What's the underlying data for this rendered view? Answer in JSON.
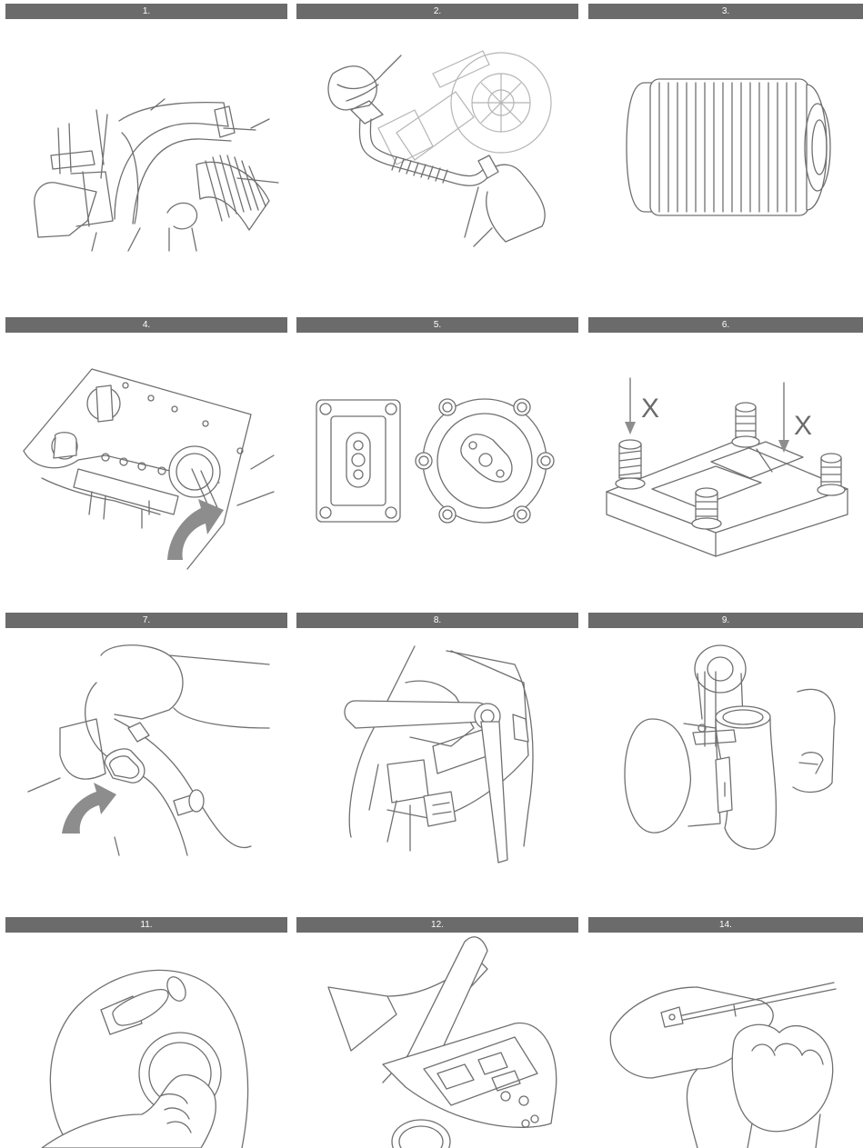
{
  "steps": [
    {
      "label": "1.",
      "illustration": "turbo-intake-pipe"
    },
    {
      "label": "2.",
      "illustration": "oil-feed-line"
    },
    {
      "label": "3.",
      "illustration": "oil-filter"
    },
    {
      "label": "4.",
      "illustration": "engine-oil-cap"
    },
    {
      "label": "5.",
      "illustration": "gaskets"
    },
    {
      "label": "6.",
      "illustration": "mounting-studs"
    },
    {
      "label": "7.",
      "illustration": "oil-return-flange"
    },
    {
      "label": "8.",
      "illustration": "wrench-tightening"
    },
    {
      "label": "9.",
      "illustration": "turbocharger-prime"
    },
    {
      "label": "11.",
      "illustration": "oil-filler-cap"
    },
    {
      "label": "12.",
      "illustration": "fuse-box"
    },
    {
      "label": "14.",
      "illustration": "dipstick-check"
    }
  ],
  "annotations": {
    "stud_mark_1": "X",
    "stud_mark_2": "X"
  },
  "colors": {
    "header_bar": "#6b6b6b",
    "line_art": "#707070",
    "arrow": "#8d8d8d"
  }
}
